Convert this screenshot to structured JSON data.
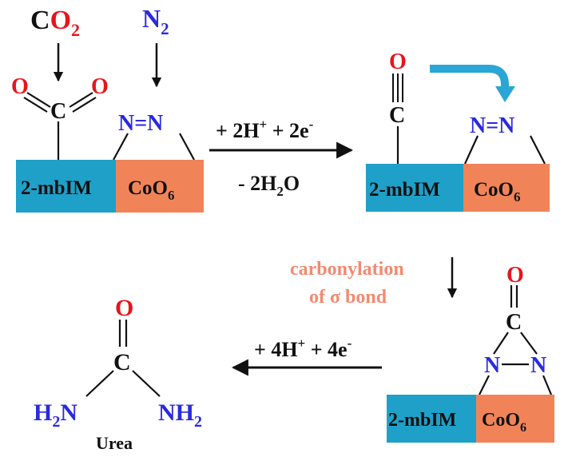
{
  "colors": {
    "black": "#111111",
    "red": "#e8141b",
    "blue": "#2a2adf",
    "cyan_box": "#1fa0c8",
    "orange_box": "#f08458",
    "curved_arrow": "#2aa6d6",
    "annotation": "#f28a70"
  },
  "reactants": {
    "co2": {
      "c": "C",
      "o": "O",
      "sub": "2"
    },
    "n2": {
      "n": "N",
      "sub": "2"
    }
  },
  "labels": {
    "o_atom": "O",
    "c_atom": "C",
    "n_atom": "N",
    "bond_nn": "N=N",
    "mbim": "2-mbIM",
    "coo6_main": "CoO",
    "coo6_sub": "6"
  },
  "step1": {
    "top_main": "+ 2H",
    "top_sup1": "+",
    "top_mid": " + 2e",
    "top_sup2": "-",
    "bottom_main": "- 2H",
    "bottom_sub": "2",
    "bottom_end": "O"
  },
  "step2": {
    "line1": "carbonylation",
    "line2": "of σ bond"
  },
  "step3": {
    "main": "+ 4H",
    "sup1": "+",
    "mid": " + 4e",
    "sup2": "-"
  },
  "urea": {
    "left_h": "H",
    "left_sub": "2",
    "left_n": "N",
    "right_nh": "NH",
    "right_sub": "2",
    "name": "Urea"
  }
}
